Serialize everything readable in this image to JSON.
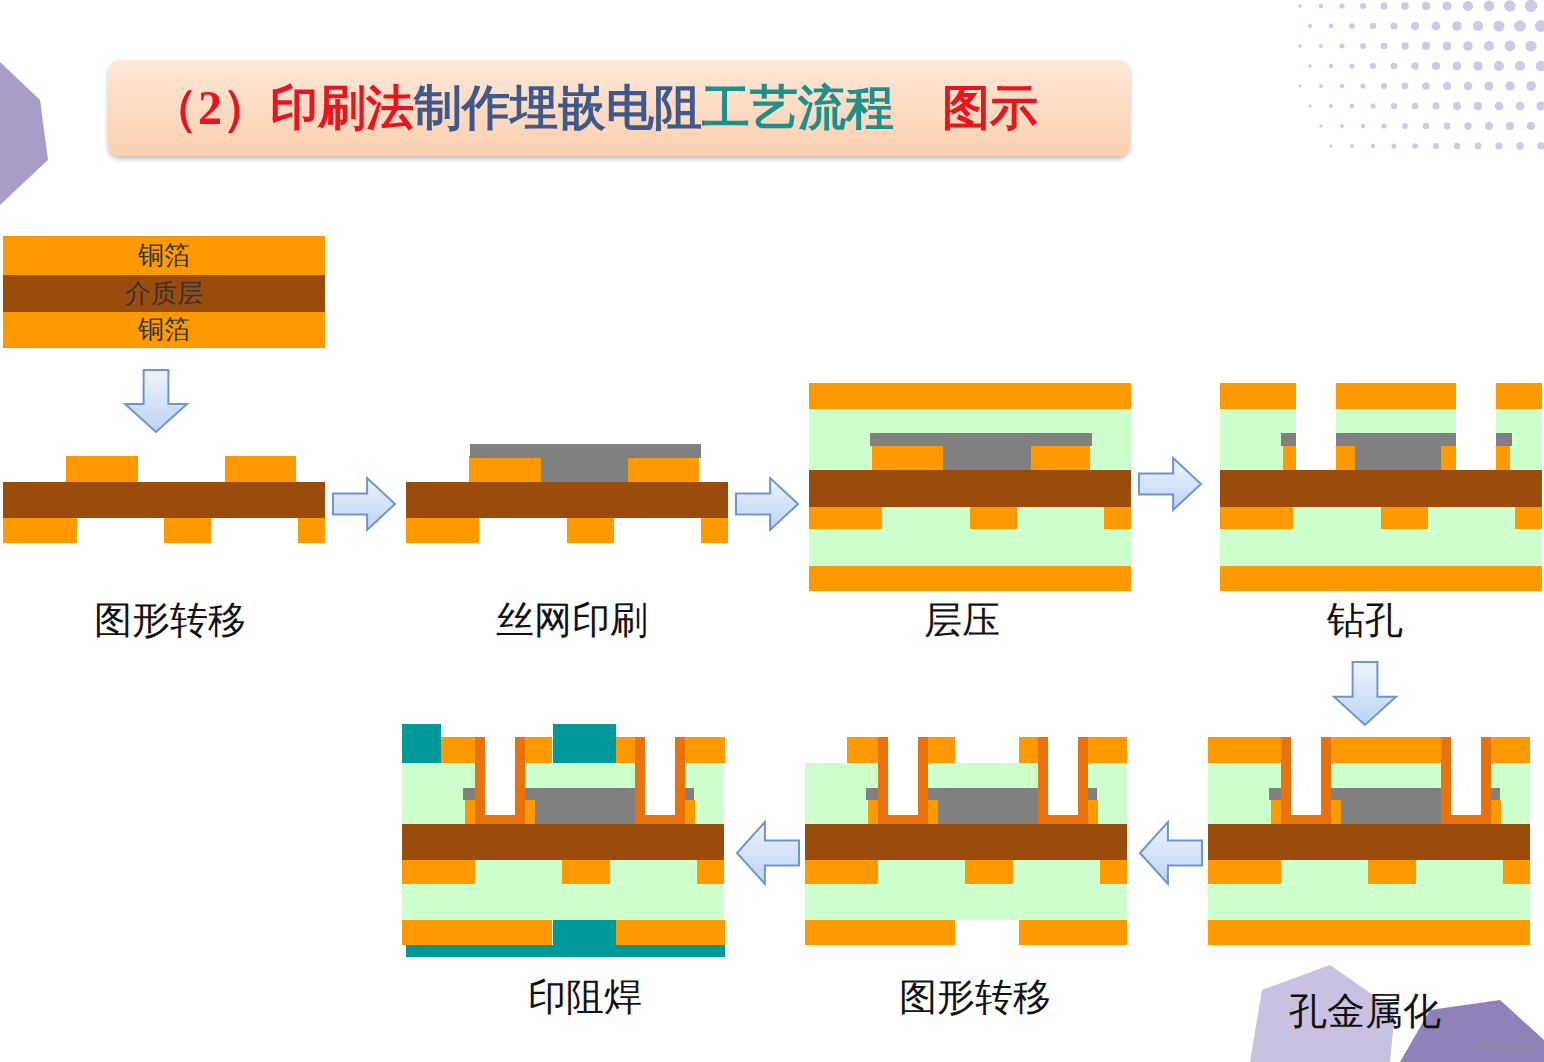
{
  "diagram": {
    "title": "（2）印刷法制作埋嵌电阻工艺流程　图示",
    "nodes": [
      {
        "text": [
          "铜箔"
        ]
      },
      {
        "text": [
          "介质层"
        ]
      },
      {
        "text": [
          "铜箔"
        ]
      }
    ],
    "labels": [
      "图形转移",
      "丝网印刷",
      "层压",
      "钻孔",
      "孔金属化",
      "图形转移",
      "印阻焊",
      "CSDN @hhjc"
    ]
  }
}
